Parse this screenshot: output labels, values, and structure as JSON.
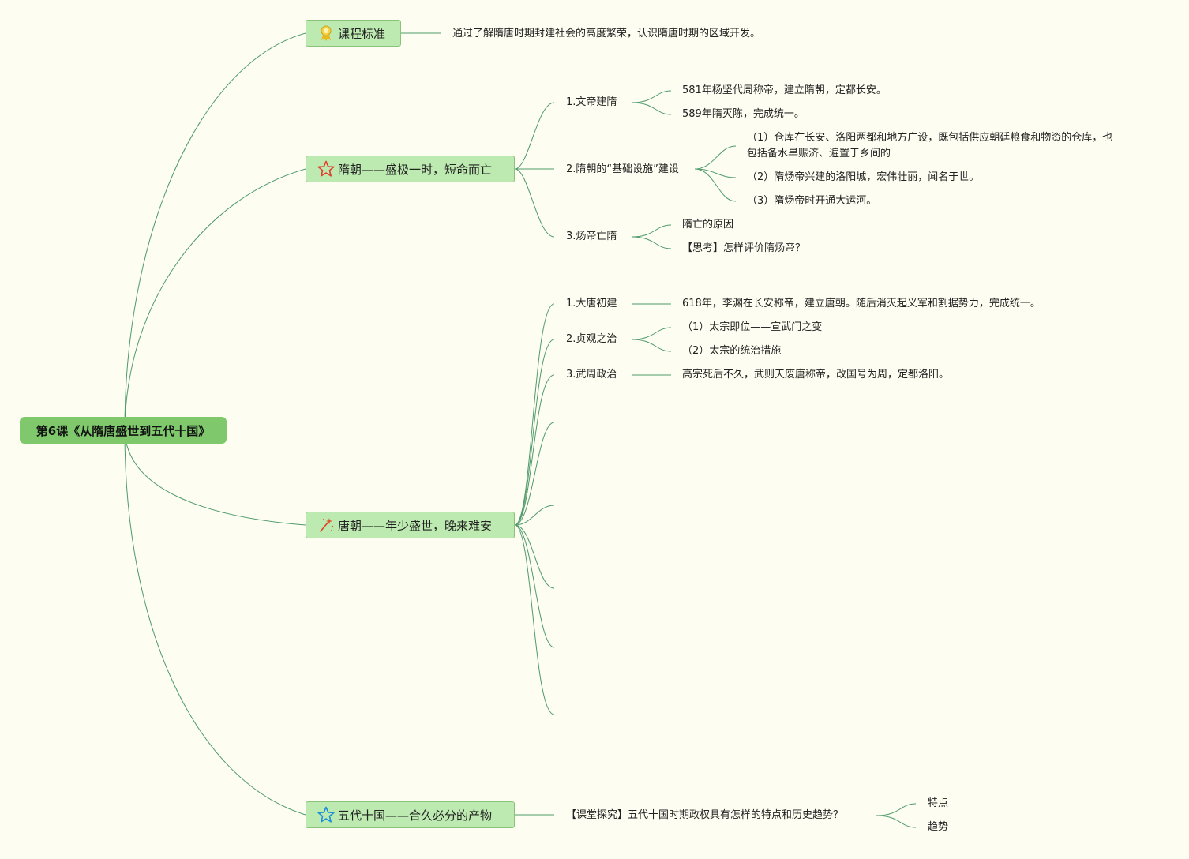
{
  "root": {
    "label": "第6课《从隋唐盛世到五代十国》"
  },
  "branches": {
    "standard": {
      "label": "课程标准",
      "icon": "award-ribbon-icon",
      "content": "通过了解隋唐时期封建社会的高度繁荣，认识隋唐时期的区域开发。"
    },
    "sui": {
      "label": "隋朝——盛极一时，短命而亡",
      "icon": "star-outline-icon",
      "subs": [
        {
          "label": "1.文帝建隋",
          "children": [
            "581年杨坚代周称帝，建立隋朝，定都长安。",
            "589年隋灭陈，完成统一。"
          ]
        },
        {
          "label": "2.隋朝的“基础设施”建设",
          "children": [
            "（1）仓库在长安、洛阳两都和地方广设，既包括供应朝廷粮食和物资的仓库，也",
            "包括备水旱赈济、遍置于乡间的",
            "（2）隋炀帝兴建的洛阳城，宏伟壮丽，闻名于世。",
            "（3）隋炀帝时开通大运河。"
          ]
        },
        {
          "label": "3.炀帝亡隋",
          "children": [
            "隋亡的原因",
            "【思考】怎样评价隋炀帝？"
          ]
        }
      ]
    },
    "tang": {
      "label": "唐朝——年少盛世，晚来难安",
      "icon": "sparkle-wand-icon",
      "subs": [
        {
          "label": "1.大唐初建",
          "children": [
            "618年，李渊在长安称帝，建立唐朝。随后消灭起义军和割据势力，完成统一。"
          ]
        },
        {
          "label": "2.贞观之治",
          "children": [
            "（1）太宗即位——宣武门之变",
            "（2）太宗的统治措施"
          ]
        },
        {
          "label": "3.武周政治",
          "children": [
            "高宗死后不久，武则天废唐称帝，改国号为周，定都洛阳。"
          ]
        }
      ]
    },
    "wudai": {
      "label": "五代十国——合久必分的产物",
      "icon": "star-outline-blue-icon",
      "question": "【课堂探究】五代十国时期政权具有怎样的特点和历史趋势？",
      "children": [
        "特点",
        "趋势"
      ]
    }
  },
  "colors": {
    "background": "#fdfdf1",
    "root": "#7fc96c",
    "branch": "#bdeab0",
    "line": "#4e9a6a"
  }
}
